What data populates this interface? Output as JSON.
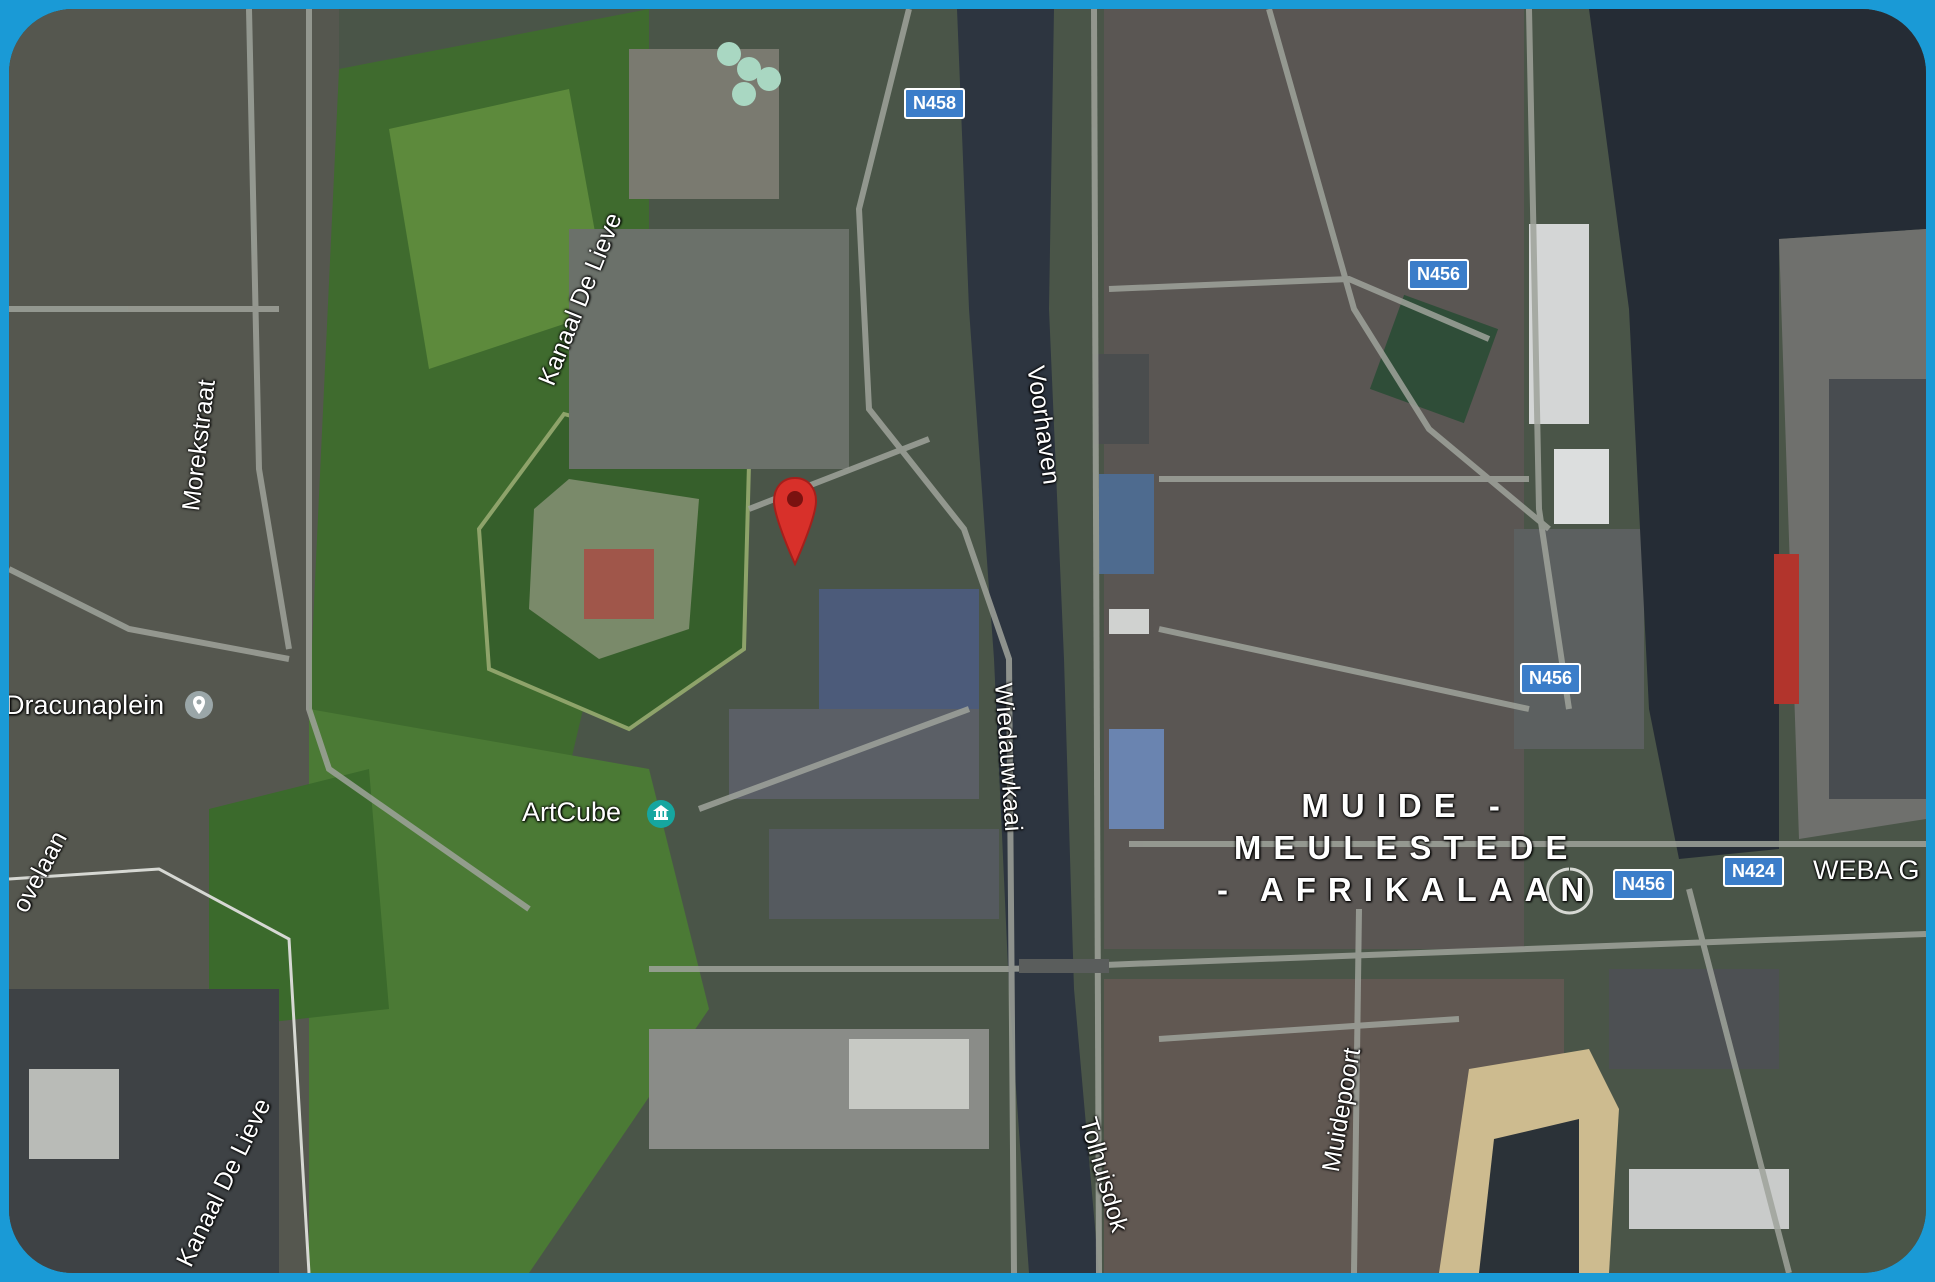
{
  "map": {
    "type": "satellite",
    "frame_color": "#1a9ad6",
    "pin_color": "#d8302a",
    "road_labels": {
      "morekstraat": "Morekstraat",
      "kanaal_de_lieve": "Kanaal De Lieve",
      "voorhaven": "Voorhaven",
      "wiedauwkaai": "Wiedauwkaai",
      "tolhuisdok": "Tolhuisdok",
      "muidepoort": "Muidepoort",
      "ovelaan": "ovelaan",
      "kanaal_de_lieve_south": "Kanaal De Lieve"
    },
    "places": {
      "dracunaplein": "Dracunaplein",
      "artcube": "ArtCube",
      "weba": "WEBA G"
    },
    "district": {
      "line1": "MUIDE -",
      "line2": "MEULESTEDE",
      "line3": "- AFRIKALAAN"
    },
    "shields": {
      "n458": "N458",
      "n456_a": "N456",
      "n456_b": "N456",
      "n456_c": "N456",
      "n424": "N424"
    },
    "icons": {
      "pin": "location-pin-icon",
      "place": "place-marker-icon",
      "museum": "museum-icon"
    }
  }
}
